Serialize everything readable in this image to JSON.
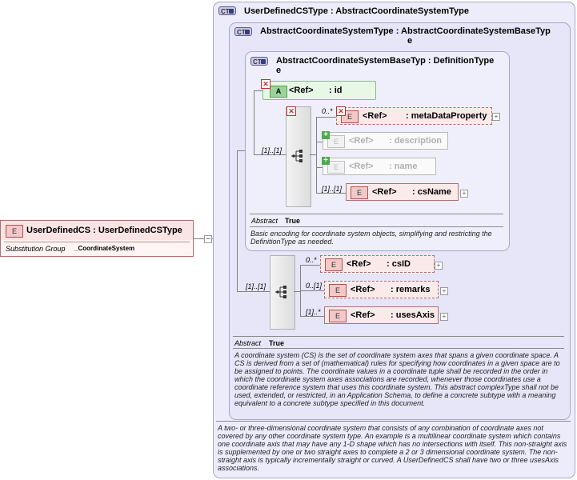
{
  "outer": {
    "badge": "CT",
    "title": "UserDefinedCSType : AbstractCoordinateSystemType",
    "documentation": "A two- or three-dimensional coordinate system that consists of any combination of coordinate axes not covered by any other coordinate system type. An example is a multilinear coordinate system which contains one coordinate axis that may have any 1-D shape which has no intersections with itself. This non-straight axis is supplemented by one or two straight axes to complete a 2 or 3 dimensional coordinate system. The non-straight axis is typically incrementally straight or curved. A UserDefinedCS shall have two or three usesAxis associations."
  },
  "mid": {
    "badge": "CT",
    "title_line1": "AbstractCoordinateSystemType : AbstractCoordinateSystemBaseTyp",
    "title_line2": "e",
    "abstract_label": "Abstract",
    "abstract_value": "True",
    "documentation": "A coordinate system (CS) is the set of coordinate system axes that spans a given coordinate space. A CS is derived from a set of (mathematical) rules for specifying how coordinates in a given space are to be assigned to points. The coordinate values in a coordinate tuple shall be recorded in the order in which the coordinate system axes associations are recorded, whenever those coordinates use a coordinate reference system that uses this coordinate system. This abstract complexType shall not be used, extended, or restricted, in an Application Schema, to define a concrete subtype with a meaning equivalent to a concrete subtype specified in this document."
  },
  "inner": {
    "badge": "CT",
    "title_line1": "AbstractCoordinateSystemBaseTyp : DefinitionType",
    "title_line2": "e",
    "abstract_label": "Abstract",
    "abstract_value": "True",
    "documentation": "Basic encoding for coordinate system objects, simplifying and restricting the DefinitionType as needed."
  },
  "attribute": {
    "tag": "A",
    "ref": "<Ref>",
    "name": ": id"
  },
  "inner_seq_occ": "[1]..[1]",
  "inner_elements": [
    {
      "tag": "E",
      "ref": "<Ref>",
      "name": ": metaDataProperty",
      "occ": "0..*"
    },
    {
      "tag": "E",
      "ref": "<Ref>",
      "name": ": description",
      "occ": ""
    },
    {
      "tag": "E",
      "ref": "<Ref>",
      "name": ": name",
      "occ": ""
    },
    {
      "tag": "E",
      "ref": "<Ref>",
      "name": ": csName",
      "occ": "[1]..[1]"
    }
  ],
  "mid_seq_occ": "[1]..[1]",
  "mid_elements": [
    {
      "tag": "E",
      "ref": "<Ref>",
      "name": ": csID",
      "occ": "0..*"
    },
    {
      "tag": "E",
      "ref": "<Ref>",
      "name": ": remarks",
      "occ": "0..[1]"
    },
    {
      "tag": "E",
      "ref": "<Ref>",
      "name": ": usesAxis",
      "occ": "[1]..*"
    }
  ],
  "root": {
    "tag": "E",
    "title": "UserDefinedCS : UserDefinedCSType",
    "subst_label": "Substitution Group",
    "subst_value": "_CoordinateSystem"
  },
  "icons": {
    "badge_marker": "minus-square-icon",
    "sequence": "sequence-compositor-icon",
    "expand": "plus-box-icon",
    "prohibited": "red-x-icon",
    "added": "green-plus-icon"
  }
}
